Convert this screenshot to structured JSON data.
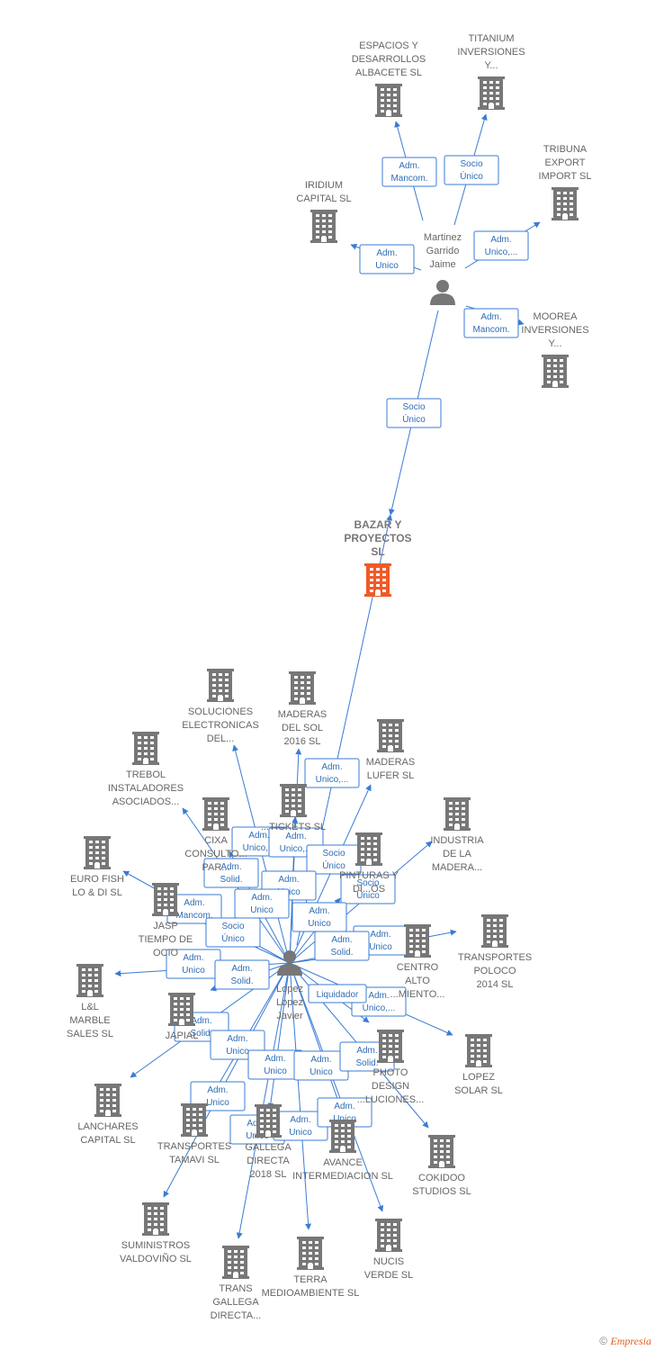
{
  "colors": {
    "edge": "#3a7bd5",
    "company": "#777777",
    "focus": "#f05a28",
    "person": "#777777"
  },
  "nodes": [
    {
      "id": "espacios",
      "type": "company",
      "label": [
        "ESPACIOS Y",
        "DESARROLLOS",
        "ALBACETE  SL"
      ]
    },
    {
      "id": "titanium",
      "type": "company",
      "label": [
        "TITANIUM",
        "INVERSIONES",
        "Y..."
      ]
    },
    {
      "id": "tribuna",
      "type": "company",
      "label": [
        "TRIBUNA",
        "EXPORT",
        "IMPORT  SL"
      ]
    },
    {
      "id": "iridium",
      "type": "company",
      "label": [
        "IRIDIUM",
        "CAPITAL  SL"
      ]
    },
    {
      "id": "martinez",
      "type": "person",
      "label": [
        "Martinez",
        "Garrido",
        "Jaime"
      ]
    },
    {
      "id": "moorea",
      "type": "company",
      "label": [
        "MOOREA",
        "INVERSIONES",
        "Y..."
      ]
    },
    {
      "id": "bazar",
      "type": "focus",
      "label": [
        "BAZAR Y",
        "PROYECTOS",
        "SL"
      ]
    },
    {
      "id": "soluciones",
      "type": "company",
      "label": [
        "SOLUCIONES",
        "ELECTRONICAS",
        "DEL..."
      ]
    },
    {
      "id": "maderas_sol",
      "type": "company",
      "label": [
        "MADERAS",
        "DEL SOL",
        "2016  SL"
      ]
    },
    {
      "id": "maderas_lufer",
      "type": "company",
      "label": [
        "MADERAS",
        "LUFER  SL"
      ]
    },
    {
      "id": "trebol",
      "type": "company",
      "label": [
        "TREBOL",
        "INSTALADORES",
        "ASOCIADOS..."
      ]
    },
    {
      "id": "industria",
      "type": "company",
      "label": [
        "INDUSTRIA",
        "DE LA",
        "MADERA..."
      ]
    },
    {
      "id": "tickets",
      "type": "company",
      "label": [
        "...TICKETS  SL"
      ]
    },
    {
      "id": "cixa",
      "type": "company",
      "label": [
        "CIXA",
        "CONSULTO...",
        "PAR..."
      ]
    },
    {
      "id": "pinturas",
      "type": "company",
      "label": [
        "PINTURAS Y",
        "DI...OS"
      ]
    },
    {
      "id": "eurofish",
      "type": "company",
      "label": [
        "EURO FISH",
        "LO & DI SL"
      ]
    },
    {
      "id": "jasp",
      "type": "company",
      "label": [
        "JASP",
        "TIEMPO DE",
        "OCIO"
      ]
    },
    {
      "id": "transportes_poloco",
      "type": "company",
      "label": [
        "TRANSPORTES",
        "POLOCO",
        "2014  SL"
      ]
    },
    {
      "id": "centro",
      "type": "company",
      "label": [
        "CENTRO",
        "ALTO",
        "...MIENTO..."
      ]
    },
    {
      "id": "lopez",
      "type": "person",
      "label": [
        "Lopez",
        "Lopez",
        "Javier"
      ]
    },
    {
      "id": "lmarble",
      "type": "company",
      "label": [
        "L&L",
        "MARBLE",
        "SALES  SL"
      ]
    },
    {
      "id": "japial",
      "type": "company",
      "label": [
        "JAPIAL"
      ]
    },
    {
      "id": "lopez_solar",
      "type": "company",
      "label": [
        "LOPEZ",
        "SOLAR  SL"
      ]
    },
    {
      "id": "photo",
      "type": "company",
      "label": [
        "PHOTO",
        "DESIGN",
        "...LUCIONES..."
      ]
    },
    {
      "id": "lanchares",
      "type": "company",
      "label": [
        "LANCHARES",
        "CAPITAL  SL"
      ]
    },
    {
      "id": "tamavi",
      "type": "company",
      "label": [
        "TRANSPORTES",
        "TAMAVI SL"
      ]
    },
    {
      "id": "gallega18",
      "type": "company",
      "label": [
        "GALLEGA",
        "DIRECTA",
        "2018  SL"
      ]
    },
    {
      "id": "avance",
      "type": "company",
      "label": [
        "AVANCE",
        "INTERMEDIACION SL"
      ]
    },
    {
      "id": "cokidoo",
      "type": "company",
      "label": [
        "COKIDOO",
        "STUDIOS  SL"
      ]
    },
    {
      "id": "suministros",
      "type": "company",
      "label": [
        "SUMINISTROS",
        "VALDOVIÑO  SL"
      ]
    },
    {
      "id": "trans_gallega",
      "type": "company",
      "label": [
        "TRANS",
        "GALLEGA",
        "DIRECTA..."
      ]
    },
    {
      "id": "terra",
      "type": "company",
      "label": [
        "TERRA",
        "MEDIOAMBIENTE SL"
      ]
    },
    {
      "id": "nucis",
      "type": "company",
      "label": [
        "NUCIS",
        "VERDE  SL"
      ]
    }
  ],
  "edges": [
    {
      "from": "martinez",
      "to": "espacios",
      "label": [
        "Adm.",
        "Mancom."
      ]
    },
    {
      "from": "martinez",
      "to": "titanium",
      "label": [
        "Socio",
        "Único"
      ]
    },
    {
      "from": "martinez",
      "to": "tribuna",
      "label": [
        "Adm.",
        "Unico,..."
      ]
    },
    {
      "from": "martinez",
      "to": "iridium",
      "label": [
        "Adm.",
        "Unico"
      ]
    },
    {
      "from": "martinez",
      "to": "moorea",
      "label": [
        "Adm.",
        "Mancom."
      ]
    },
    {
      "from": "martinez",
      "to": "bazar",
      "label": [
        "Socio",
        "Único"
      ]
    },
    {
      "from": "lopez",
      "to": "bazar",
      "label": [
        "Adm.",
        "Unico,..."
      ]
    },
    {
      "from": "lopez",
      "to": "soluciones",
      "label": [
        "Adm.",
        "Unico,..."
      ]
    },
    {
      "from": "lopez",
      "to": "maderas_sol",
      "label": [
        "Adm.",
        "Unico,..."
      ]
    },
    {
      "from": "lopez",
      "to": "maderas_lufer",
      "label": [
        "Socio",
        "Único"
      ]
    },
    {
      "from": "lopez",
      "to": "trebol",
      "label": [
        "Adm.",
        "Solid."
      ]
    },
    {
      "from": "lopez",
      "to": "industria",
      "label": [
        "Socio",
        "Único"
      ]
    },
    {
      "from": "lopez",
      "to": "tickets",
      "label": [
        "Adm.",
        "Unico"
      ]
    },
    {
      "from": "lopez",
      "to": "cixa",
      "label": [
        "Adm.",
        "Unico"
      ]
    },
    {
      "from": "lopez",
      "to": "pinturas",
      "label": [
        "Adm.",
        "Unico"
      ]
    },
    {
      "from": "lopez",
      "to": "eurofish",
      "label": [
        "Adm.",
        "Mancom."
      ]
    },
    {
      "from": "lopez",
      "to": "jasp",
      "label": [
        "Socio",
        "Único"
      ]
    },
    {
      "from": "lopez",
      "to": "transportes_poloco",
      "label": [
        "Adm.",
        "Unico"
      ]
    },
    {
      "from": "lopez",
      "to": "centro",
      "label": [
        "Adm.",
        "Solid."
      ]
    },
    {
      "from": "lopez",
      "to": "lmarble",
      "label": [
        "Adm.",
        "Unico"
      ]
    },
    {
      "from": "lopez",
      "to": "japial",
      "label": [
        "Adm.",
        "Solid."
      ]
    },
    {
      "from": "lopez",
      "to": "lopez_solar",
      "label": [
        "Adm.",
        "Unico,..."
      ]
    },
    {
      "from": "lopez",
      "to": "photo",
      "label": [
        "Liquidador"
      ]
    },
    {
      "from": "lopez",
      "to": "lanchares",
      "label": [
        "Adm.",
        "Solid."
      ]
    },
    {
      "from": "lopez",
      "to": "tamavi",
      "label": [
        "Adm.",
        "Unico"
      ]
    },
    {
      "from": "lopez",
      "to": "gallega18",
      "label": [
        "Adm.",
        "Unico"
      ]
    },
    {
      "from": "lopez",
      "to": "avance",
      "label": [
        "Adm.",
        "Unico"
      ]
    },
    {
      "from": "lopez",
      "to": "cokidoo",
      "label": [
        "Adm.",
        "Solid."
      ]
    },
    {
      "from": "lopez",
      "to": "suministros",
      "label": [
        "Adm.",
        "Unico"
      ]
    },
    {
      "from": "lopez",
      "to": "trans_gallega",
      "label": [
        "Adm.",
        "Unico"
      ]
    },
    {
      "from": "lopez",
      "to": "terra",
      "label": [
        "Adm.",
        "Unico"
      ]
    },
    {
      "from": "lopez",
      "to": "nucis",
      "label": [
        "Adm.",
        "Unico"
      ]
    }
  ],
  "footer": {
    "copyright": "©",
    "brand": "Empresia"
  }
}
